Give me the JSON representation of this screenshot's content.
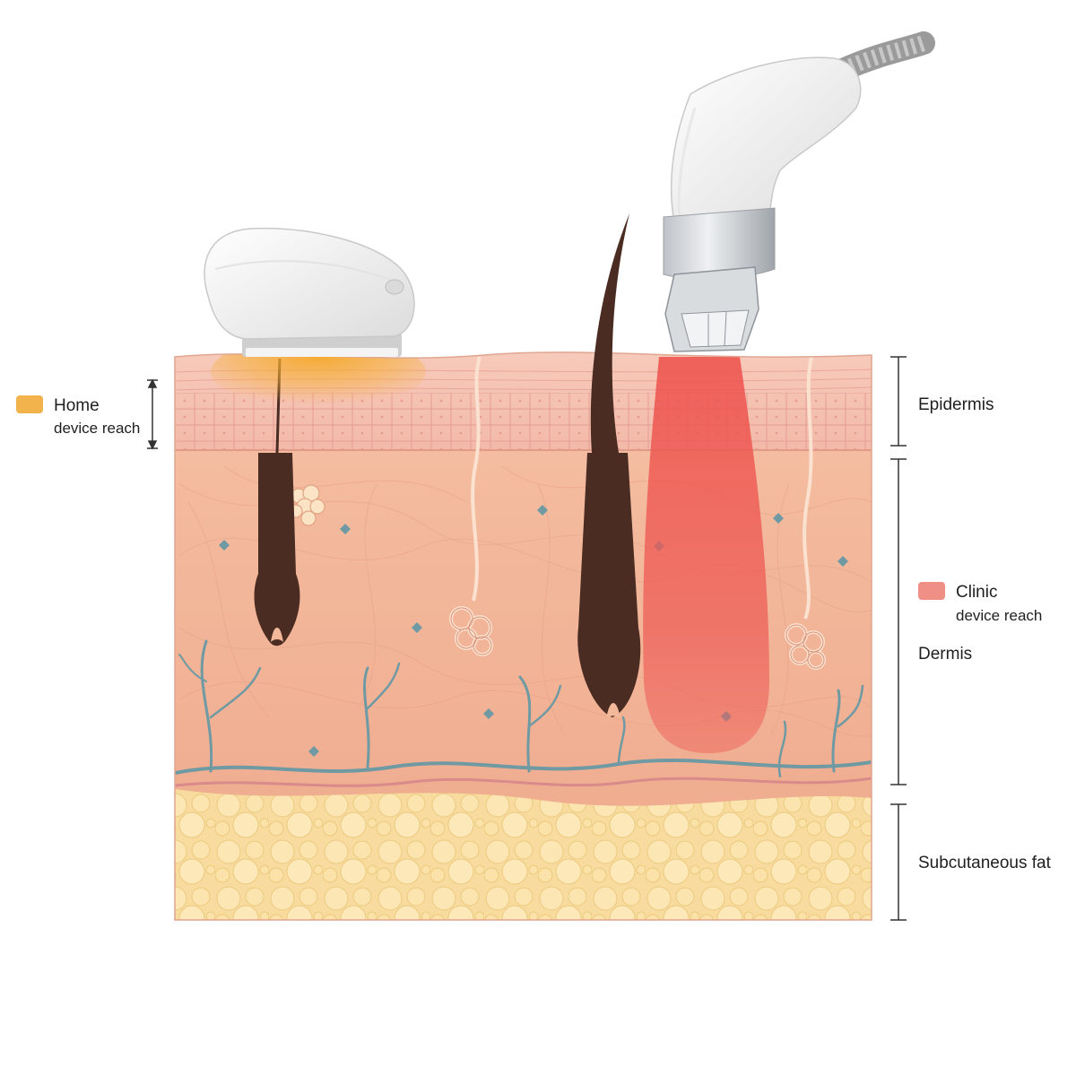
{
  "legend": {
    "home": {
      "line1": "Home",
      "line2": "device reach",
      "color": "#f2b34d"
    },
    "clinic": {
      "line1": "Clinic",
      "line2": "device reach",
      "color": "#ef8f86"
    }
  },
  "layers": {
    "epidermis": "Epidermis",
    "dermis": "Dermis",
    "fat": "Subcutaneous fat"
  },
  "colors": {
    "skin_surface": "#f6c3ad",
    "epidermis": "#f4c0b2",
    "dermis": "#f3b89a",
    "fat": "#f8dc9f",
    "hair": "#4a2c22",
    "vessel": "#6f9aa3",
    "home_glow": "#f5a623",
    "clinic_beam": "#ee5a55",
    "device_body": "#f3f3f3"
  }
}
